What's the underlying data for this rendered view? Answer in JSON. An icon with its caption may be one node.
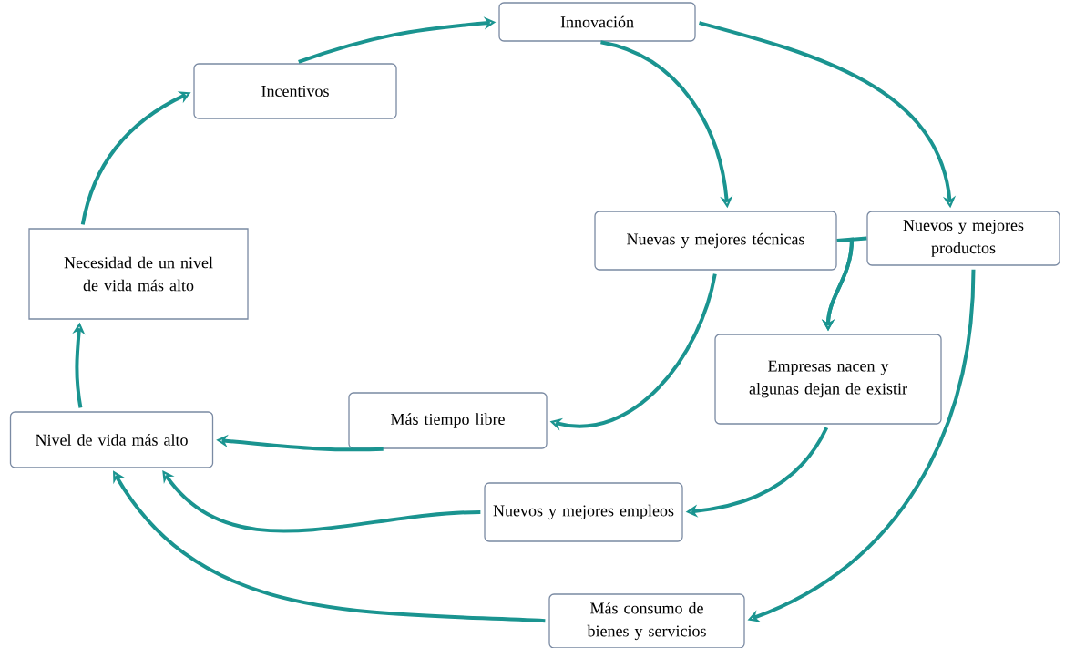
{
  "diagram": {
    "nodes": [
      {
        "text": [
          "Innovación"
        ]
      },
      {
        "text": [
          "Incentivos"
        ]
      },
      {
        "text": [
          "Nuevas y mejores técnicas"
        ]
      },
      {
        "text": [
          "Nuevos y mejores productos"
        ]
      },
      {
        "text": [
          "Necesidad de un nivel de vida más alto"
        ]
      },
      {
        "text": [
          "Empresas nacen y algunas dejan de existir"
        ]
      },
      {
        "text": [
          "Más tiempo libre"
        ]
      },
      {
        "text": [
          "Nivel de vida más alto"
        ]
      },
      {
        "text": [
          "Nuevos y mejores empleos"
        ]
      },
      {
        "text": [
          "Más consumo de bienes y servicios"
        ]
      }
    ],
    "edges": [
      {
        "from": 1,
        "to": 0,
        "arrow": "to"
      },
      {
        "from": 0,
        "to": 2,
        "arrow": "to"
      },
      {
        "from": 0,
        "to": 3,
        "arrow": "to"
      },
      {
        "from": 2,
        "to": 5,
        "arrow": "to"
      },
      {
        "from": 3,
        "to": 5,
        "arrow": "to"
      },
      {
        "from": 2,
        "to": 6,
        "arrow": "to"
      },
      {
        "from": 3,
        "to": 9,
        "arrow": "to"
      },
      {
        "from": 5,
        "to": 8,
        "arrow": "to"
      },
      {
        "from": 6,
        "to": 7,
        "arrow": "to"
      },
      {
        "from": 8,
        "to": 7,
        "arrow": "to"
      },
      {
        "from": 9,
        "to": 7,
        "arrow": "to"
      },
      {
        "from": 7,
        "to": 4,
        "arrow": "to"
      },
      {
        "from": 4,
        "to": 1,
        "arrow": "to"
      }
    ]
  }
}
